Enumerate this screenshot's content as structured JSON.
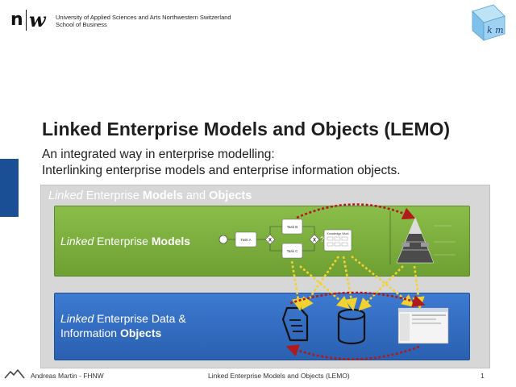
{
  "header": {
    "logo_n": "n",
    "logo_w": "w",
    "university_line1": "University of Applied Sciences and Arts Northwestern Switzerland",
    "university_line2": "School of Business",
    "km_logo_text": "k m"
  },
  "slide": {
    "title": "Linked Enterprise Models and Objects (LEMO)",
    "subtitle_line1": "An integrated way in enterprise modelling:",
    "subtitle_line2": "Interlinking enterprise models and enterprise information objects."
  },
  "diagram": {
    "outer_label": {
      "em": "Linked",
      "mid": " Enterprise ",
      "b1": "Models",
      "and": " and ",
      "b2": "Objects"
    },
    "models_label": {
      "em": "Linked",
      "mid": " Enterprise ",
      "b": "Models"
    },
    "objects_label_line1": {
      "em": "Linked",
      "mid": " Enterprise Data &"
    },
    "objects_label_line2": {
      "mid": "Information ",
      "b": "Objects"
    },
    "process": {
      "task_a": "Task A",
      "task_b": "Task B",
      "task_c": "Task C",
      "gateway": "X",
      "question": "?",
      "knowledge_work": "Knowledge Work"
    },
    "colors": {
      "models_panel": "#7aab3a",
      "objects_panel": "#2f67b8",
      "link_red": "#b11a1a",
      "link_yellow": "#f2d22e",
      "accent_blue": "#1b4f95"
    }
  },
  "footer": {
    "author": "Andreas Martin - FHNW",
    "center": "Linked Enterprise Models and Objects (LEMO)",
    "page": "1"
  }
}
